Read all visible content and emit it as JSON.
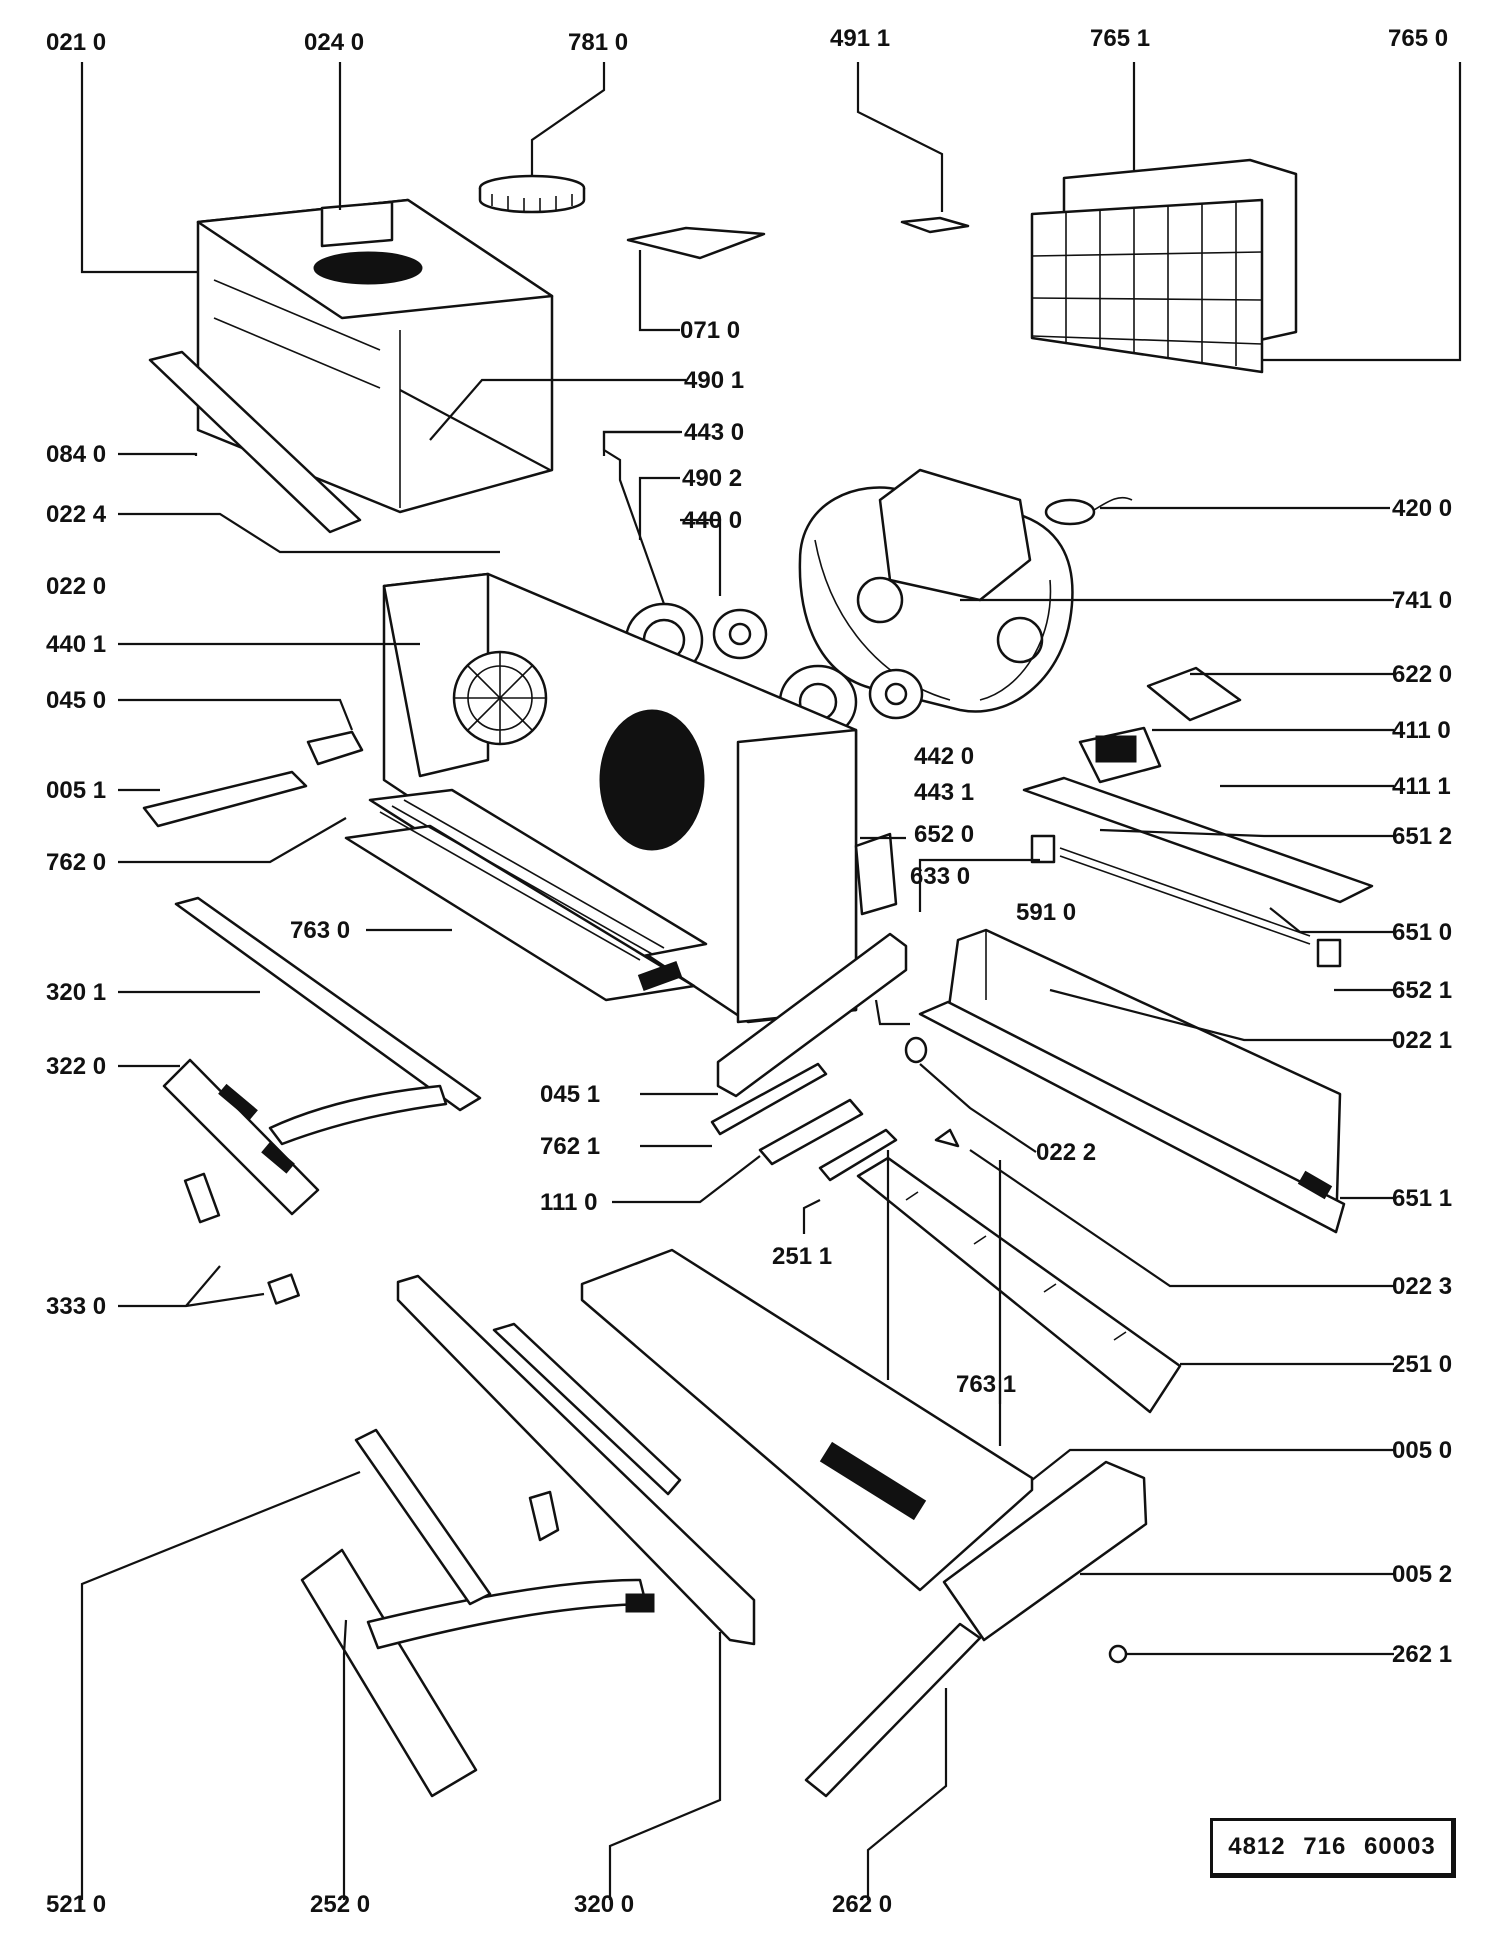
{
  "labels": [
    "021 0",
    "024 0",
    "781 0",
    "491 1",
    "765 1",
    "765 0",
    "071 0",
    "490 1",
    "443 0",
    "084 0",
    "490 2",
    "022 4",
    "440 0",
    "420 0",
    "022 0",
    "741 0",
    "440 1",
    "622 0",
    "045 0",
    "411 0",
    "442 0",
    "005 1",
    "411 1",
    "443 1",
    "652 0",
    "651 2",
    "762 0",
    "633 0",
    "591 0",
    "651 0",
    "763 0",
    "652 1",
    "320 1",
    "022 1",
    "322 0",
    "045 1",
    "762 1",
    "022 2",
    "111 0",
    "651 1",
    "251 1",
    "333 0",
    "022 3",
    "251 0",
    "763 1",
    "005 0",
    "005 2",
    "262 1",
    "521 0",
    "252 0",
    "320 0",
    "262 0"
  ],
  "drawing_code": "4812 716 60003"
}
